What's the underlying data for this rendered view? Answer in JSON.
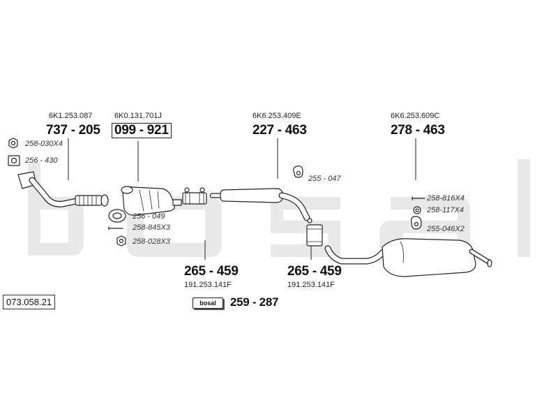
{
  "diagram_ref": "073.058.21",
  "parts": [
    {
      "id": "front-pipe",
      "part_no": "6K1.253.087",
      "code": "737-205",
      "boxed": false
    },
    {
      "id": "catalytic-converter",
      "part_no": "6K0.131.701J",
      "code": "099-921",
      "boxed": true
    },
    {
      "id": "middle-silencer",
      "part_no": "6K6.253.409E",
      "code": "227-463",
      "boxed": false
    },
    {
      "id": "rear-silencer",
      "part_no": "6K6.253.609C",
      "code": "278-463",
      "boxed": false
    },
    {
      "id": "clamp-1",
      "part_no": "191.253.141F",
      "code": "265-459",
      "boxed": false
    },
    {
      "id": "clamp-2",
      "part_no": "191.253.141F",
      "code": "265-459",
      "boxed": false
    }
  ],
  "accessories": [
    {
      "id": "nut",
      "code": "258-030X4"
    },
    {
      "id": "gasket",
      "code": "256-430"
    },
    {
      "id": "ring-gasket",
      "code": "256-049"
    },
    {
      "id": "bolt",
      "code": "258-845X3"
    },
    {
      "id": "nut-2",
      "code": "258-028X3"
    },
    {
      "id": "rubber-mount",
      "code": "255-047"
    },
    {
      "id": "bolt-2",
      "code": "258-816X4"
    },
    {
      "id": "washer",
      "code": "258-117X4"
    },
    {
      "id": "rubber-mount-2",
      "code": "255-046X2"
    }
  ],
  "fitting_kit": {
    "logo": "bosal",
    "code": "259-287"
  },
  "colors": {
    "line": "#222222",
    "watermark": "#e9e9e9",
    "part_fill": "#ffffff"
  }
}
